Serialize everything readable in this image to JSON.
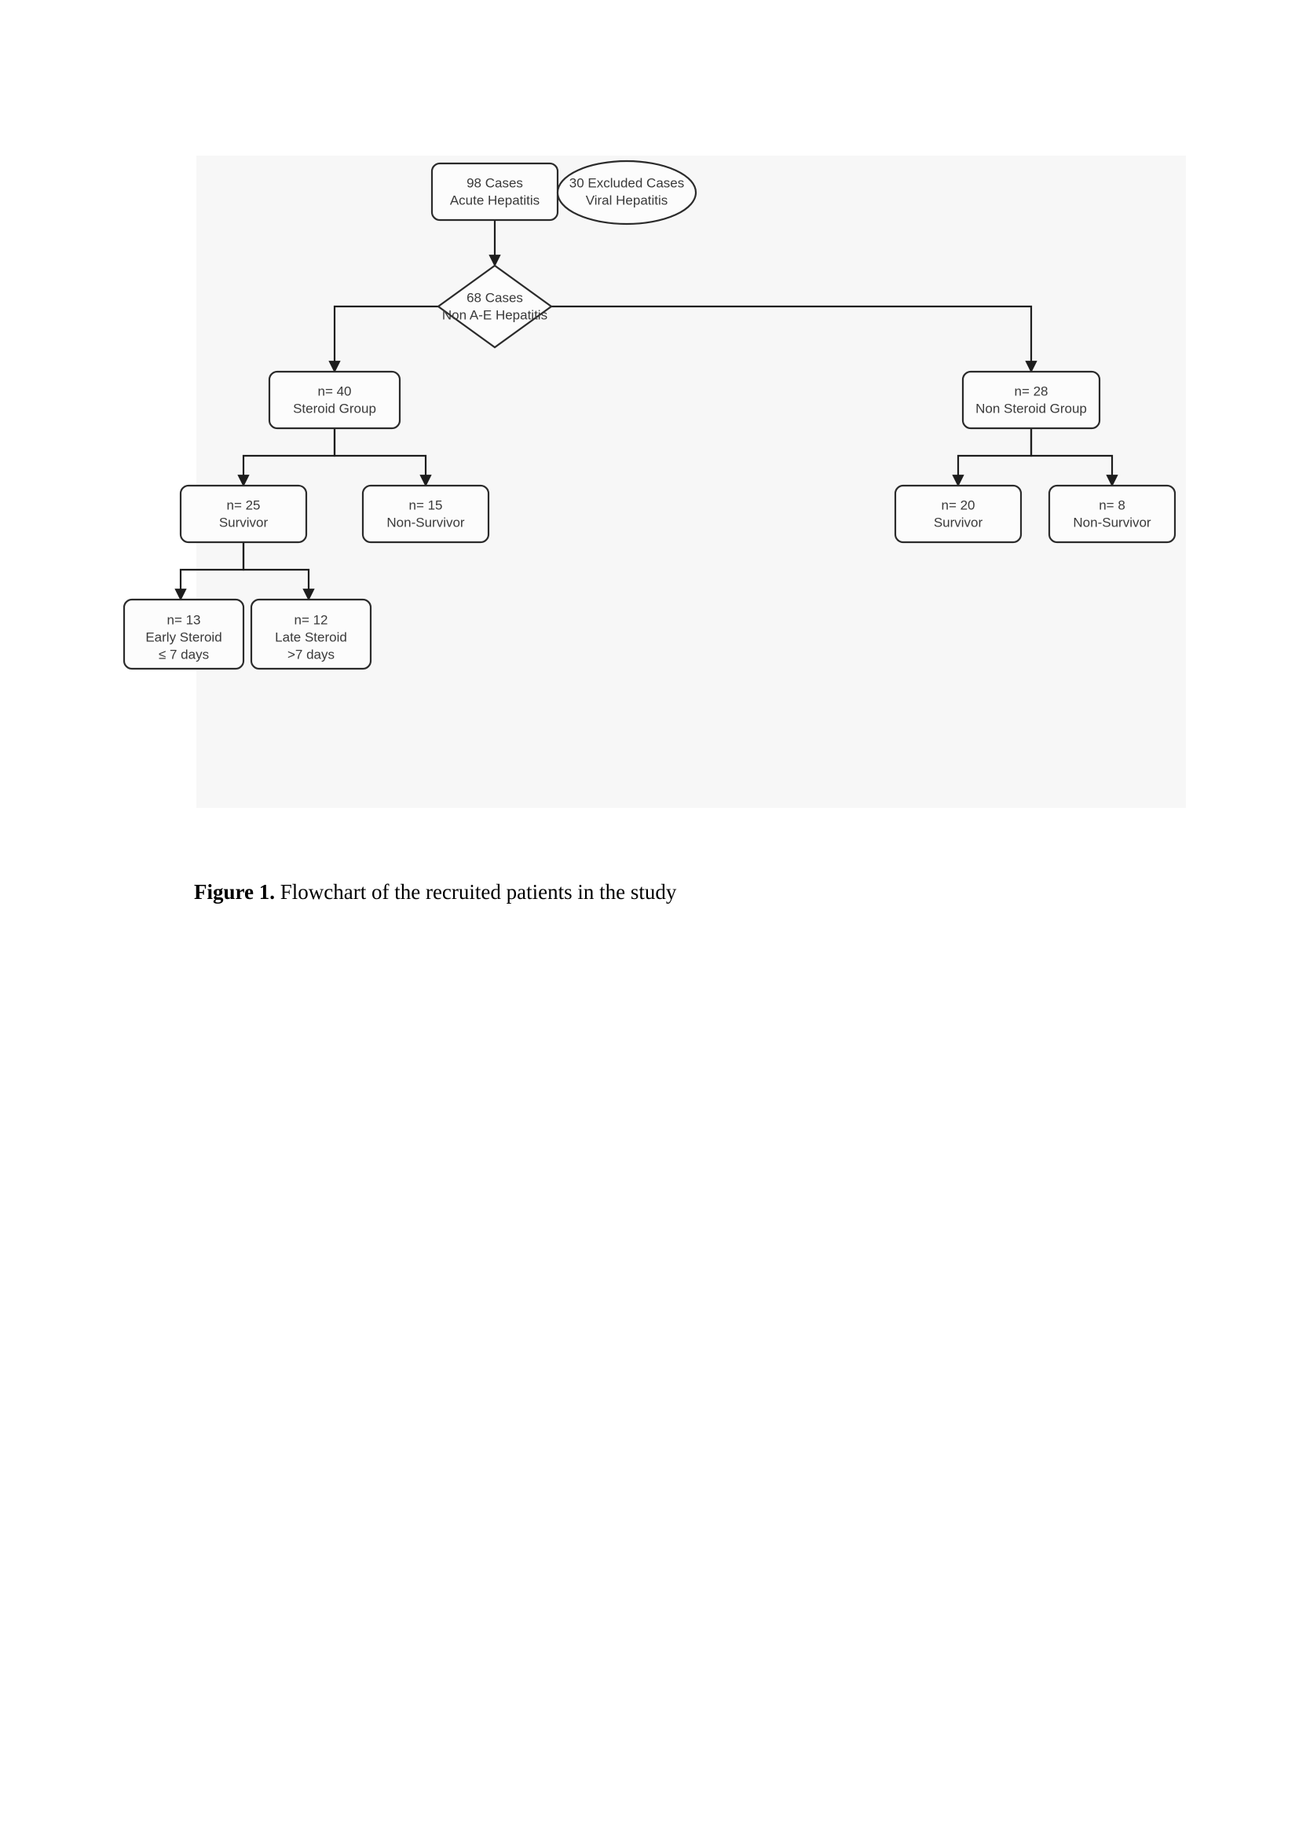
{
  "document": {
    "caption_label": "Figure 1.",
    "caption_text": "Flowchart of the recruited patients in the study"
  },
  "figure": {
    "background_color": "#f7f7f7",
    "node_fill": "#fcfcfc",
    "node_stroke": "#2b2b2b",
    "edge_color": "#1d1d1d"
  },
  "chart_data": {
    "type": "flowchart",
    "title": "Flowchart of the recruited patients in the study",
    "nodes": [
      {
        "id": "acute-hepatitis",
        "shape": "rounded-rect",
        "lines": [
          "98 Cases",
          "Acute Hepatitis"
        ],
        "count": 98
      },
      {
        "id": "excluded-viral",
        "shape": "ellipse",
        "lines": [
          "30 Excluded Cases",
          "Viral Hepatitis"
        ],
        "count": 30
      },
      {
        "id": "non-ae-hepatitis",
        "shape": "diamond",
        "lines": [
          "68 Cases",
          "Non A-E Hepatitis"
        ],
        "count": 68
      },
      {
        "id": "steroid-group",
        "shape": "rounded-rect",
        "lines": [
          "n= 40",
          "Steroid Group"
        ],
        "count": 40
      },
      {
        "id": "non-steroid-group",
        "shape": "rounded-rect",
        "lines": [
          "n= 28",
          "Non Steroid Group"
        ],
        "count": 28
      },
      {
        "id": "steroid-survivor",
        "shape": "rounded-rect",
        "lines": [
          "n= 25",
          "Survivor"
        ],
        "count": 25
      },
      {
        "id": "steroid-non-survivor",
        "shape": "rounded-rect",
        "lines": [
          "n= 15",
          "Non-Survivor"
        ],
        "count": 15
      },
      {
        "id": "non-steroid-survivor",
        "shape": "rounded-rect",
        "lines": [
          "n= 20",
          "Survivor"
        ],
        "count": 20
      },
      {
        "id": "non-steroid-non-survivor",
        "shape": "rounded-rect",
        "lines": [
          "n= 8",
          "Non-Survivor"
        ],
        "count": 8
      },
      {
        "id": "early-steroid",
        "shape": "rounded-rect",
        "lines": [
          "n= 13",
          "Early Steroid",
          "≤ 7 days"
        ],
        "count": 13
      },
      {
        "id": "late-steroid",
        "shape": "rounded-rect",
        "lines": [
          "n= 12",
          "Late Steroid",
          ">7 days"
        ],
        "count": 12
      }
    ],
    "edges": [
      {
        "from": "acute-hepatitis",
        "to": "excluded-viral"
      },
      {
        "from": "acute-hepatitis",
        "to": "non-ae-hepatitis"
      },
      {
        "from": "non-ae-hepatitis",
        "to": "steroid-group"
      },
      {
        "from": "non-ae-hepatitis",
        "to": "non-steroid-group"
      },
      {
        "from": "steroid-group",
        "to": "steroid-survivor"
      },
      {
        "from": "steroid-group",
        "to": "steroid-non-survivor"
      },
      {
        "from": "non-steroid-group",
        "to": "non-steroid-survivor"
      },
      {
        "from": "non-steroid-group",
        "to": "non-steroid-non-survivor"
      },
      {
        "from": "steroid-survivor",
        "to": "early-steroid"
      },
      {
        "from": "steroid-survivor",
        "to": "late-steroid"
      }
    ],
    "node_text": {
      "acute_hepatitis_l1": "98 Cases",
      "acute_hepatitis_l2": "Acute Hepatitis",
      "excluded_l1": "30 Excluded Cases",
      "excluded_l2": "Viral Hepatitis",
      "non_ae_l1": "68 Cases",
      "non_ae_l2": "Non A-E Hepatitis",
      "steroid_group_l1": "n= 40",
      "steroid_group_l2": "Steroid Group",
      "non_steroid_group_l1": "n= 28",
      "non_steroid_group_l2": "Non Steroid Group",
      "steroid_surv_l1": "n= 25",
      "steroid_surv_l2": "Survivor",
      "steroid_nonsurv_l1": "n= 15",
      "steroid_nonsurv_l2": "Non-Survivor",
      "nonsteroid_surv_l1": "n= 20",
      "nonsteroid_surv_l2": "Survivor",
      "nonsteroid_nonsurv_l1": "n= 8",
      "nonsteroid_nonsurv_l2": "Non-Survivor",
      "early_steroid_l1": "n= 13",
      "early_steroid_l2": "Early Steroid",
      "early_steroid_l3": "≤ 7 days",
      "late_steroid_l1": "n= 12",
      "late_steroid_l2": "Late Steroid",
      "late_steroid_l3": ">7 days"
    }
  }
}
